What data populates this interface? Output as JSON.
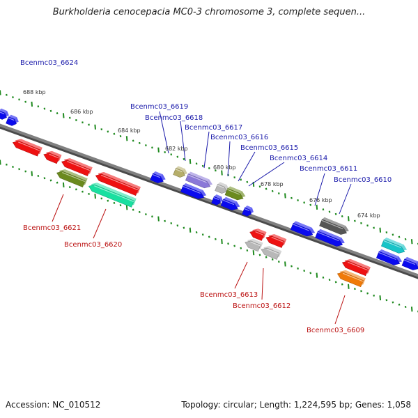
{
  "header": {
    "title": "Burkholderia cenocepacia MC0-3 chromosome 3, complete sequen..."
  },
  "footer": {
    "accession": "Accession: NC_010512",
    "summary": "Topology: circular; Length: 1,224,595 bp; Genes: 1,058"
  },
  "scale_labels": [
    "688 kbp",
    "686 kbp",
    "684 kbp",
    "682 kbp",
    "680 kbp",
    "678 kbp",
    "676 kbp",
    "674 kbp"
  ],
  "gene_labels_forward": [
    "Bcenmc03_6624",
    "Bcenmc03_6619",
    "Bcenmc03_6618",
    "Bcenmc03_6617",
    "Bcenmc03_6616",
    "Bcenmc03_6615",
    "Bcenmc03_6614",
    "Bcenmc03_6611",
    "Bcenmc03_6610"
  ],
  "gene_labels_reverse": [
    "Bcenmc03_6621",
    "Bcenmc03_6620",
    "Bcenmc03_6613",
    "Bcenmc03_6612",
    "Bcenmc03_6609"
  ],
  "colors": {
    "forward_label": "#1a1aaa",
    "reverse_label": "#bb1111",
    "backbone": "#808080",
    "tick": "#1f8a1f",
    "blue": "#0a0aee",
    "red": "#ee1111",
    "olive": "#6b8a1e",
    "teal": "#19e0a0",
    "lavender": "#8a78d8",
    "khaki": "#b6ae6a",
    "grey": "#b8b8b8",
    "darkgrey": "#555555",
    "cyan": "#18c4c8",
    "orange": "#f07a08"
  }
}
